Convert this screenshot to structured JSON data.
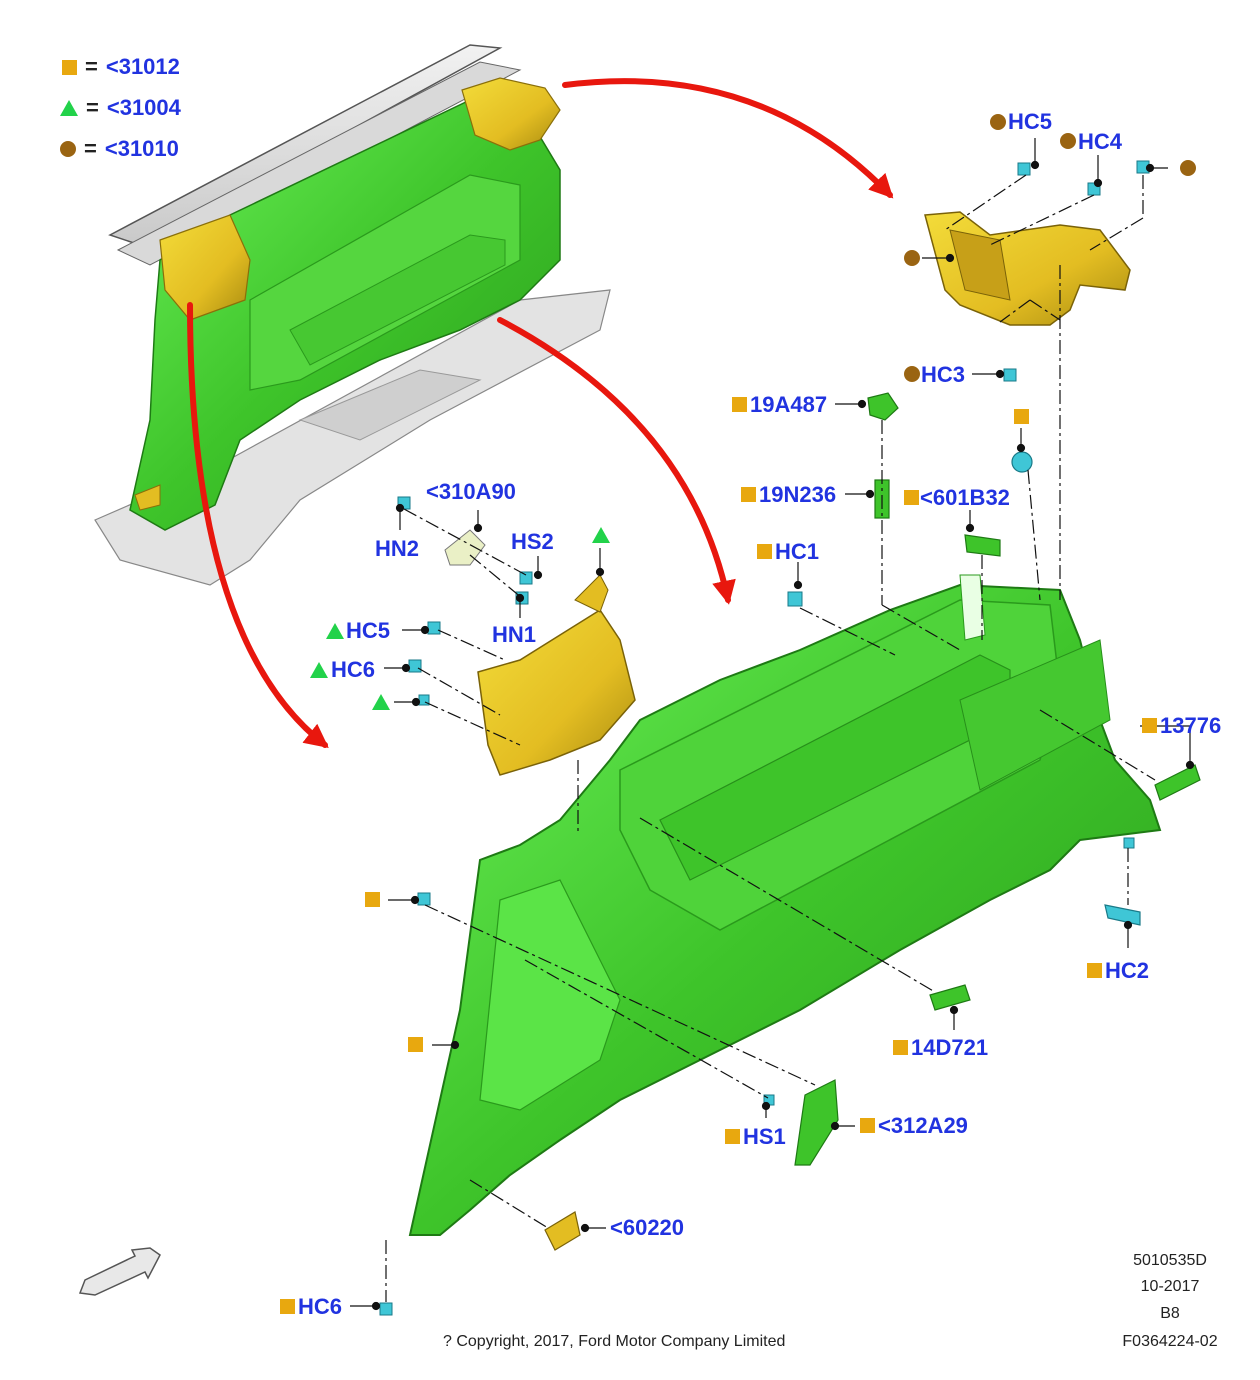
{
  "legend": [
    {
      "symbol": "square",
      "color": "#e8a80f",
      "eq": "=",
      "label": "<31012"
    },
    {
      "symbol": "triangle",
      "color": "#22d24a",
      "eq": "=",
      "label": "<31004"
    },
    {
      "symbol": "circle",
      "color": "#9a6412",
      "eq": "=",
      "label": "<31010"
    }
  ],
  "callouts": {
    "hc5_top": "HC5",
    "hc4": "HC4",
    "hc3": "HC3",
    "n19a487": "19A487",
    "n19n236": "19N236",
    "n601b32": "<601B32",
    "hc1": "HC1",
    "n310a90": "<310A90",
    "hn2": "HN2",
    "hs2": "HS2",
    "hn1": "HN1",
    "hc5_left": "HC5",
    "hc6_left": "HC6",
    "n13776": "13776",
    "hc2": "HC2",
    "n14d721": "14D721",
    "hs1": "HS1",
    "n312a29": "<312A29",
    "n60220": "<60220",
    "hc6_bottom": "HC6"
  },
  "meta": {
    "ref": "5010535D",
    "date": "10-2017",
    "rev": "B8",
    "fig": "F0364224-02"
  },
  "copyright": "? Copyright, 2017, Ford Motor Company Limited",
  "colors": {
    "trim_green": "#3ec42a",
    "trim_yellow": "#e3bd22",
    "clip_cyan": "#3fc6d6",
    "arrow_red": "#e8170e",
    "callout_blue": "#2133e0"
  }
}
